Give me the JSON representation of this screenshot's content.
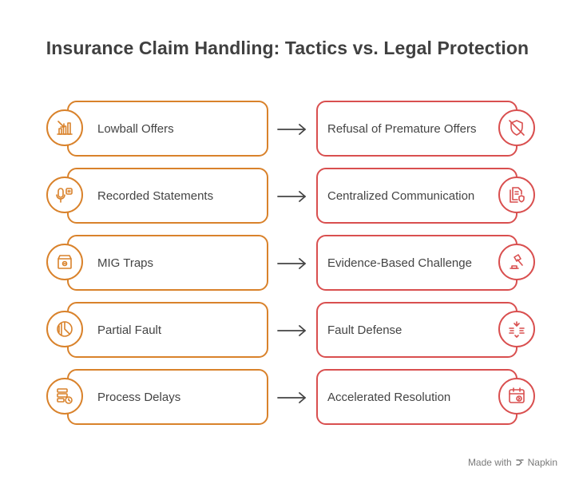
{
  "title": "Insurance Claim Handling: Tactics vs. Legal Protection",
  "colors": {
    "tactic": "#d9822b",
    "protection": "#d94f4f",
    "text": "#444444",
    "title": "#404040"
  },
  "rows": [
    {
      "tactic": "Lowball Offers",
      "tactic_icon": "chart-decline-icon",
      "protection": "Refusal of Premature Offers",
      "protection_icon": "shield-off-icon"
    },
    {
      "tactic": "Recorded Statements",
      "tactic_icon": "microphone-icon",
      "protection": "Centralized Communication",
      "protection_icon": "document-shield-icon"
    },
    {
      "tactic": "MIG Traps",
      "tactic_icon": "box-icon",
      "protection": "Evidence-Based Challenge",
      "protection_icon": "gavel-icon"
    },
    {
      "tactic": "Partial Fault",
      "tactic_icon": "pie-chart-icon",
      "protection": "Fault Defense",
      "protection_icon": "defense-icon"
    },
    {
      "tactic": "Process Delays",
      "tactic_icon": "server-clock-icon",
      "protection": "Accelerated Resolution",
      "protection_icon": "calendar-fast-icon"
    }
  ],
  "footer": {
    "made_with": "Made with",
    "brand": "Napkin"
  }
}
